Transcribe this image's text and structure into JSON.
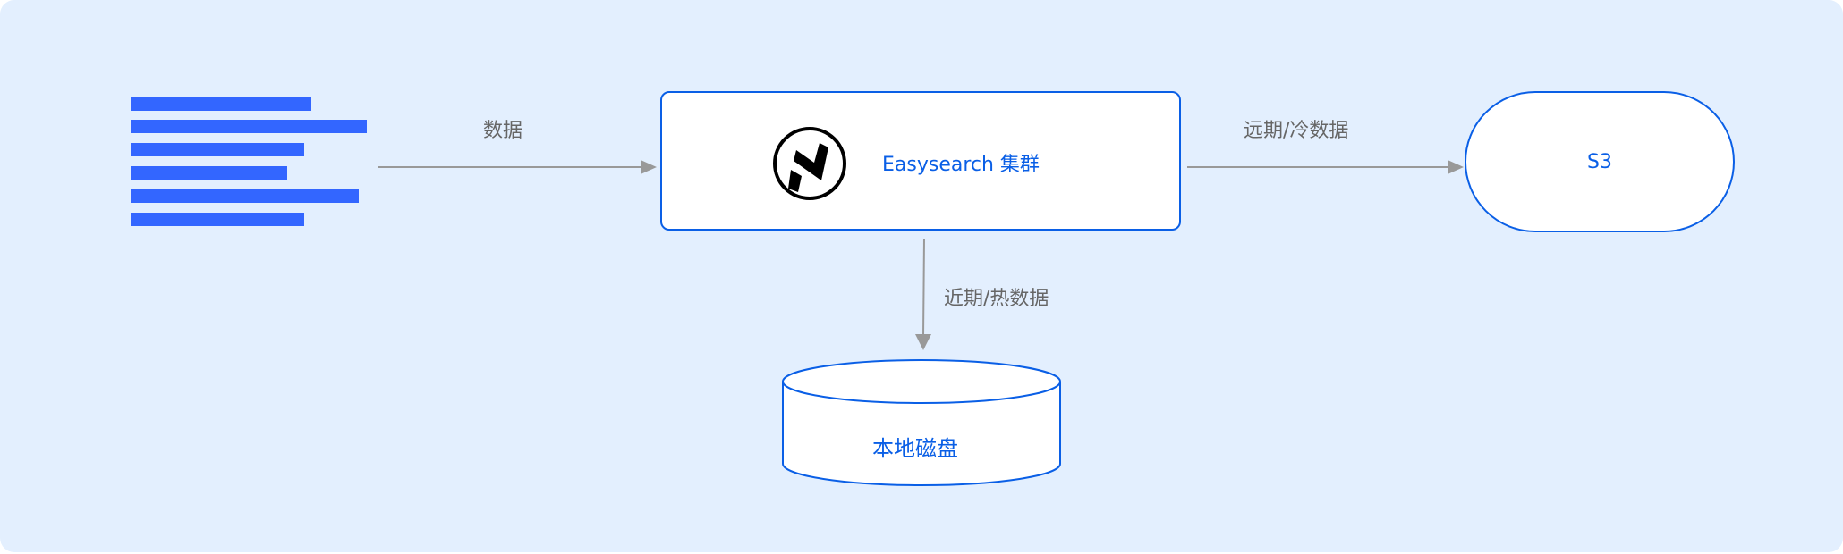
{
  "labels": {
    "ingest": "数据",
    "cluster": "Easysearch 集群",
    "cold": "远期/冷数据",
    "s3": "S3",
    "hot": "近期/热数据",
    "disk": "本地磁盘"
  },
  "colors": {
    "background": "#e3effe",
    "accent": "#0a5fe6",
    "bars": "#3366ff",
    "arrow": "#999999"
  },
  "icons": {
    "logo": "easysearch-logo-icon",
    "source": "data-lines-icon"
  }
}
